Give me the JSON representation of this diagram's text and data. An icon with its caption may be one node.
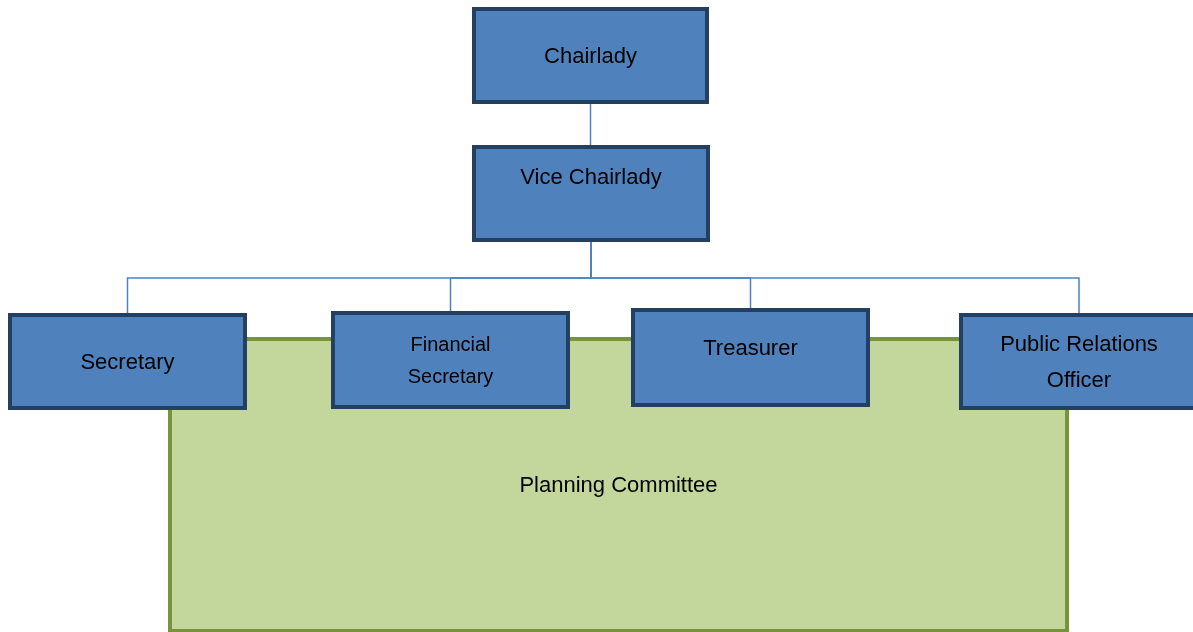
{
  "diagram": {
    "nodes": [
      {
        "text": [
          "Planning Committee"
        ]
      },
      {
        "text": [
          "Chairlady"
        ]
      },
      {
        "text": [
          "Vice Chairlady"
        ]
      },
      {
        "text": [
          "Secretary"
        ]
      },
      {
        "text": [
          "Financial Secretary"
        ]
      },
      {
        "text": [
          "Treasurer"
        ]
      },
      {
        "text": [
          "Public Relations Officer"
        ]
      }
    ],
    "edges": [
      {
        "from": 1,
        "to": 2,
        "arrow": "none"
      },
      {
        "from": 2,
        "to": 3,
        "arrow": "none"
      },
      {
        "from": 2,
        "to": 4,
        "arrow": "none"
      },
      {
        "from": 2,
        "to": 5,
        "arrow": "none"
      },
      {
        "from": 2,
        "to": 6,
        "arrow": "none"
      }
    ]
  }
}
